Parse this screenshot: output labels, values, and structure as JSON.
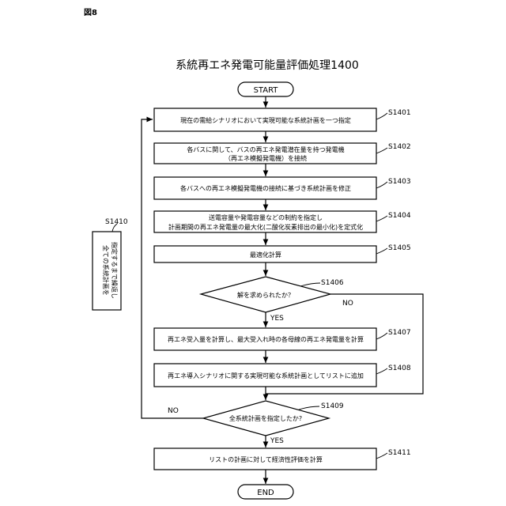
{
  "figure_label": "図8",
  "title": "系統再エネ発電可能量評価処理1400",
  "start": "START",
  "end": "END",
  "steps": {
    "s1401": {
      "id": "S1401",
      "text": "現在の需給シナリオにおいて実現可能な系統計画を一つ指定"
    },
    "s1402": {
      "id": "S1402",
      "line1": "各バスに関して、バスの再エネ発電潜在量を持つ発電機",
      "line2": "（再エネ模擬発電機）を接続"
    },
    "s1403": {
      "id": "S1403",
      "text": "各バスへの再エネ模擬発電機の接続に基づき系統計画を修正"
    },
    "s1404": {
      "id": "S1404",
      "line1": "送電容量や発電容量などの制約を指定し",
      "line2": "計画期間の再エネ発電量の最大化(二酸化炭素排出の最小化)を定式化"
    },
    "s1405": {
      "id": "S1405",
      "text": "最適化計算"
    },
    "s1406": {
      "id": "S1406",
      "text": "解を求められたか？",
      "yes": "YES",
      "no": "NO"
    },
    "s1407": {
      "id": "S1407",
      "text": "再エネ受入量を計算し、最大受入れ時の各母線の再エネ発電量を計算"
    },
    "s1408": {
      "id": "S1408",
      "text": "再エネ導入シナリオに関する実現可能な系統計画としてリストに追加"
    },
    "s1409": {
      "id": "S1409",
      "text": "全系統計画を指定したか?",
      "yes": "YES",
      "no": "NO"
    },
    "s1410": {
      "id": "S1410",
      "line1": "全ての系統計画を",
      "line2": "指定するまで繰返し"
    },
    "s1411": {
      "id": "S1411",
      "text": "リストの計画に対して経済性評価を計算"
    }
  }
}
